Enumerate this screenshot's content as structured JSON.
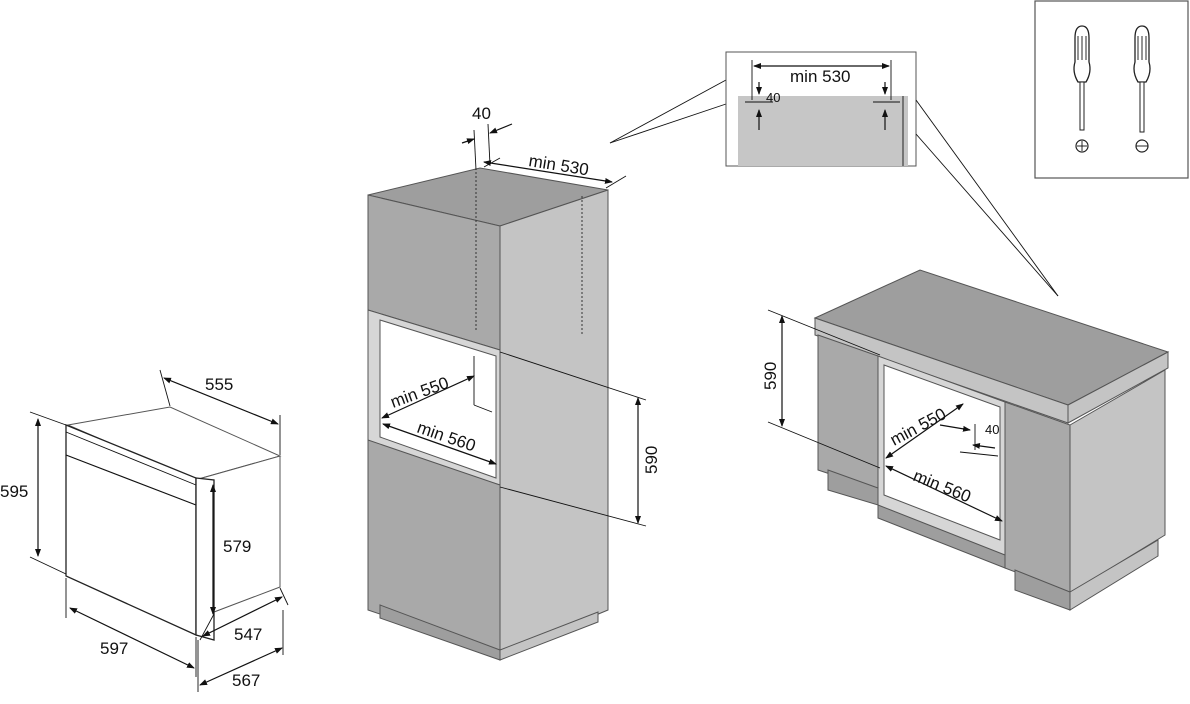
{
  "oven_unit": {
    "width": "555",
    "height": "595",
    "inner_height": "579",
    "front_width": "597",
    "depth": "547",
    "total_depth": "567"
  },
  "tall_cabinet": {
    "gap_top": "40",
    "depth_top": "min 530",
    "niche_depth": "min 550",
    "niche_width": "min 560",
    "niche_height": "590"
  },
  "detail_box": {
    "depth": "min 530",
    "gap": "40"
  },
  "undercounter": {
    "niche_height": "590",
    "niche_depth": "min 550",
    "gap": "40",
    "niche_width": "min 560"
  },
  "tools": {
    "items": [
      "phillips-screwdriver",
      "flathead-screwdriver"
    ]
  }
}
